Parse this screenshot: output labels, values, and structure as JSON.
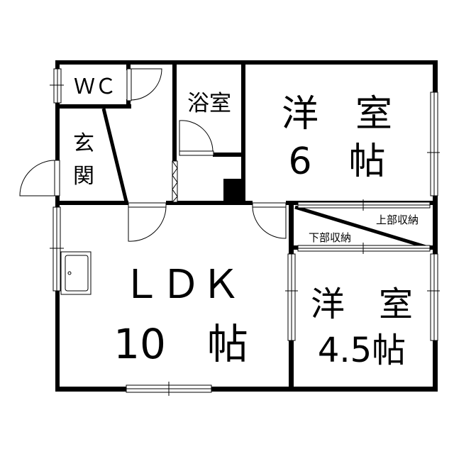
{
  "rooms": {
    "wc": {
      "label": "ＷＣ"
    },
    "genkan": {
      "label_line1": "玄",
      "label_line2": "関"
    },
    "bath": {
      "label": "浴室"
    },
    "western_6": {
      "name": "洋　室",
      "size": "6　帖"
    },
    "ldk": {
      "name": "ＬＤＫ",
      "size": "10　帖"
    },
    "western_45": {
      "name": "洋　室",
      "size": "4.5帖"
    },
    "upper_storage": {
      "label": "上部収納"
    },
    "lower_storage": {
      "label": "下部収納"
    }
  }
}
